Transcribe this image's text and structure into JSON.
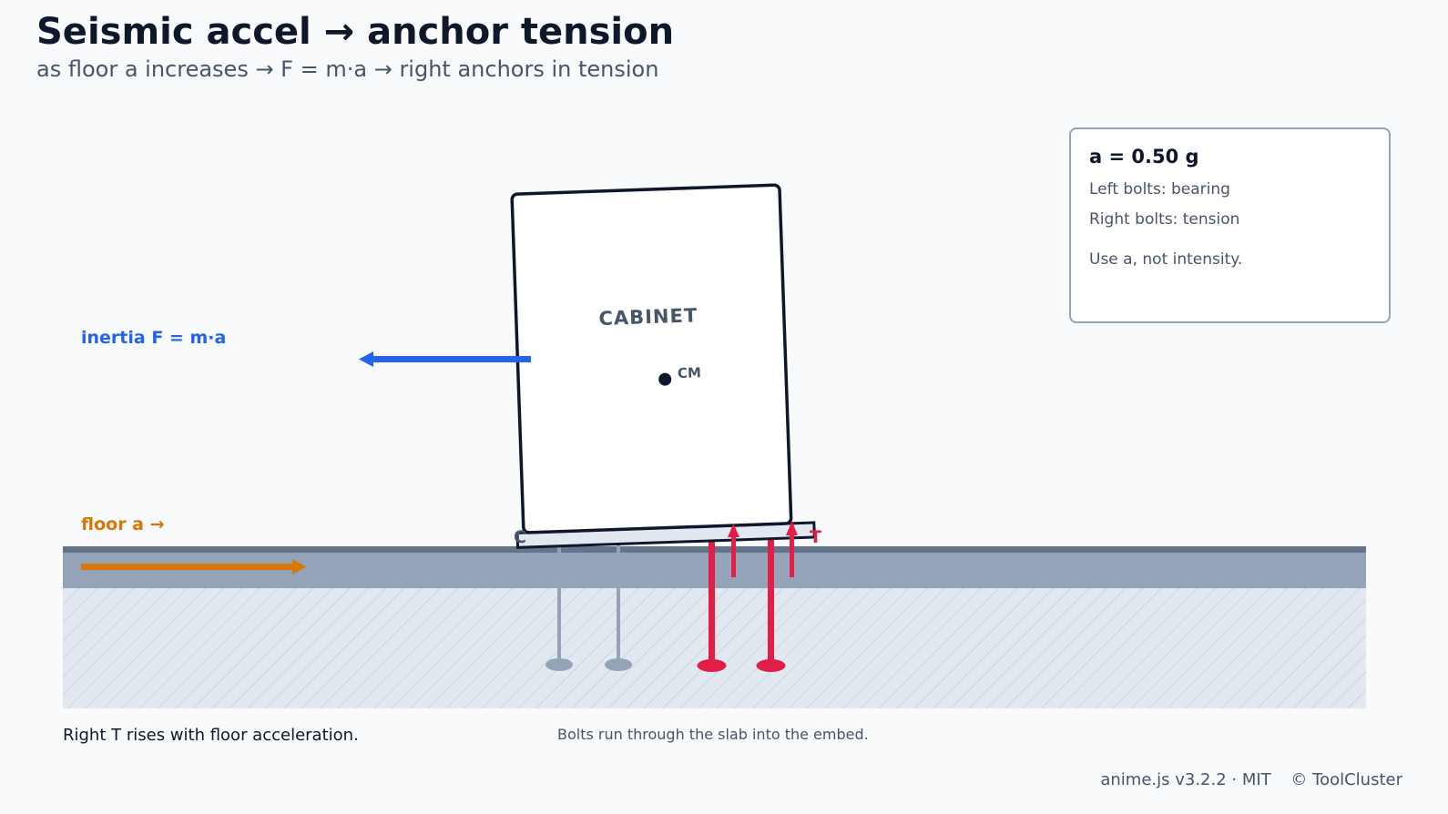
{
  "header": {
    "title": "Seismic accel → anchor tension",
    "subtitle": "as floor a increases → F = m·a → right anchors in tension"
  },
  "info": {
    "accel": "a = 0.50 g",
    "left_bolts": "Left bolts: bearing",
    "right_bolts": "Right bolts: tension",
    "note": "Use a, not intensity."
  },
  "diagram": {
    "cabinet_label": "CABINET",
    "cm_label": "CM",
    "inertia_label": "inertia F = m·a",
    "floor_label": "floor a →",
    "left_pivot_label": "C",
    "tension_label": "T",
    "acceleration_g": 0.5,
    "colors": {
      "inertia": "#2563eb",
      "floor": "#d97706",
      "tension": "#e11d48",
      "bearing_bolt": "#94a3b8",
      "outline": "#0f172a"
    }
  },
  "captions": {
    "left": "Right T rises with floor acceleration.",
    "center": "Bolts run through the slab into the embed."
  },
  "footer": {
    "library": "anime.js v3.2.2 · MIT",
    "copyright": "© ToolCluster"
  }
}
